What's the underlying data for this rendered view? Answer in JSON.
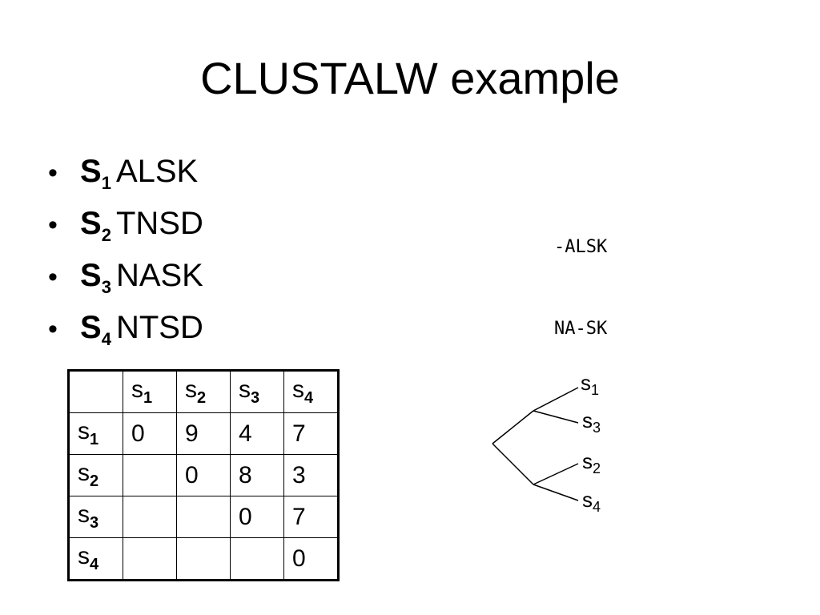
{
  "slide": {
    "title": "CLUSTALW example",
    "bullets": [
      {
        "name": "S",
        "index": "1",
        "sequence": "ALSK"
      },
      {
        "name": "S",
        "index": "2",
        "sequence": "TNSD"
      },
      {
        "name": "S",
        "index": "3",
        "sequence": "NASK"
      },
      {
        "name": "S",
        "index": "4",
        "sequence": "NTSD"
      }
    ],
    "bullet_char": "•",
    "alignment": [
      "-ALSK",
      "NA-SK"
    ]
  },
  "table": {
    "headers": [
      {
        "name": "s",
        "index": "1"
      },
      {
        "name": "s",
        "index": "2"
      },
      {
        "name": "s",
        "index": "3"
      },
      {
        "name": "s",
        "index": "4"
      }
    ],
    "rows": [
      {
        "name": "s",
        "index": "1",
        "cells": [
          "0",
          "9",
          "4",
          "7"
        ]
      },
      {
        "name": "s",
        "index": "2",
        "cells": [
          "",
          "0",
          "8",
          "3"
        ]
      },
      {
        "name": "s",
        "index": "3",
        "cells": [
          "",
          "",
          "0",
          "7"
        ]
      },
      {
        "name": "s",
        "index": "4",
        "cells": [
          "",
          "",
          "",
          "0"
        ]
      }
    ]
  },
  "tree": {
    "leaves": [
      {
        "name": "s",
        "index": "1"
      },
      {
        "name": "s",
        "index": "3"
      },
      {
        "name": "s",
        "index": "2"
      },
      {
        "name": "s",
        "index": "4"
      }
    ]
  }
}
